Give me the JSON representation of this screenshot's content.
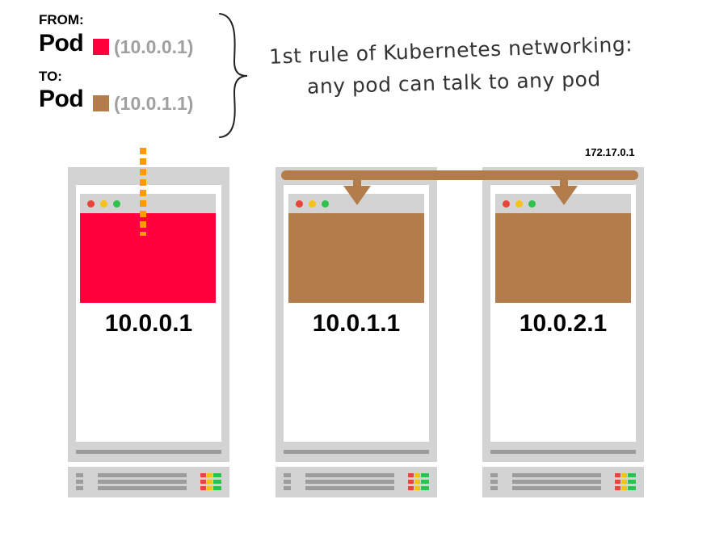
{
  "legend": {
    "from_heading": "FROM:",
    "from_pod": "Pod",
    "from_ip": "(10.0.0.1)",
    "from_color": "#ff003c",
    "to_heading": "TO:",
    "to_pod": "Pod",
    "to_ip": "(10.0.1.1)",
    "to_color": "#b27d4b"
  },
  "note": {
    "line1": "1st rule of Kubernetes networking:",
    "line2": "any pod can talk to any pod"
  },
  "gateway_ip": "172.17.0.1",
  "nodes": [
    {
      "ip": "10.0.0.1",
      "pod_color": "#ff003c"
    },
    {
      "ip": "10.0.1.1",
      "pod_color": "#b27d4b"
    },
    {
      "ip": "10.0.2.1",
      "pod_color": "#b27d4b"
    }
  ],
  "colors": {
    "bridge": "#b27d4b",
    "traffic_path": "#ff9a00",
    "window_dot_red": "#e8443a",
    "window_dot_yellow": "#f4c21a",
    "window_dot_green": "#2dc24c",
    "led_red": "#e8443a",
    "led_yellow": "#f4c21a",
    "led_green": "#2dc24c"
  }
}
